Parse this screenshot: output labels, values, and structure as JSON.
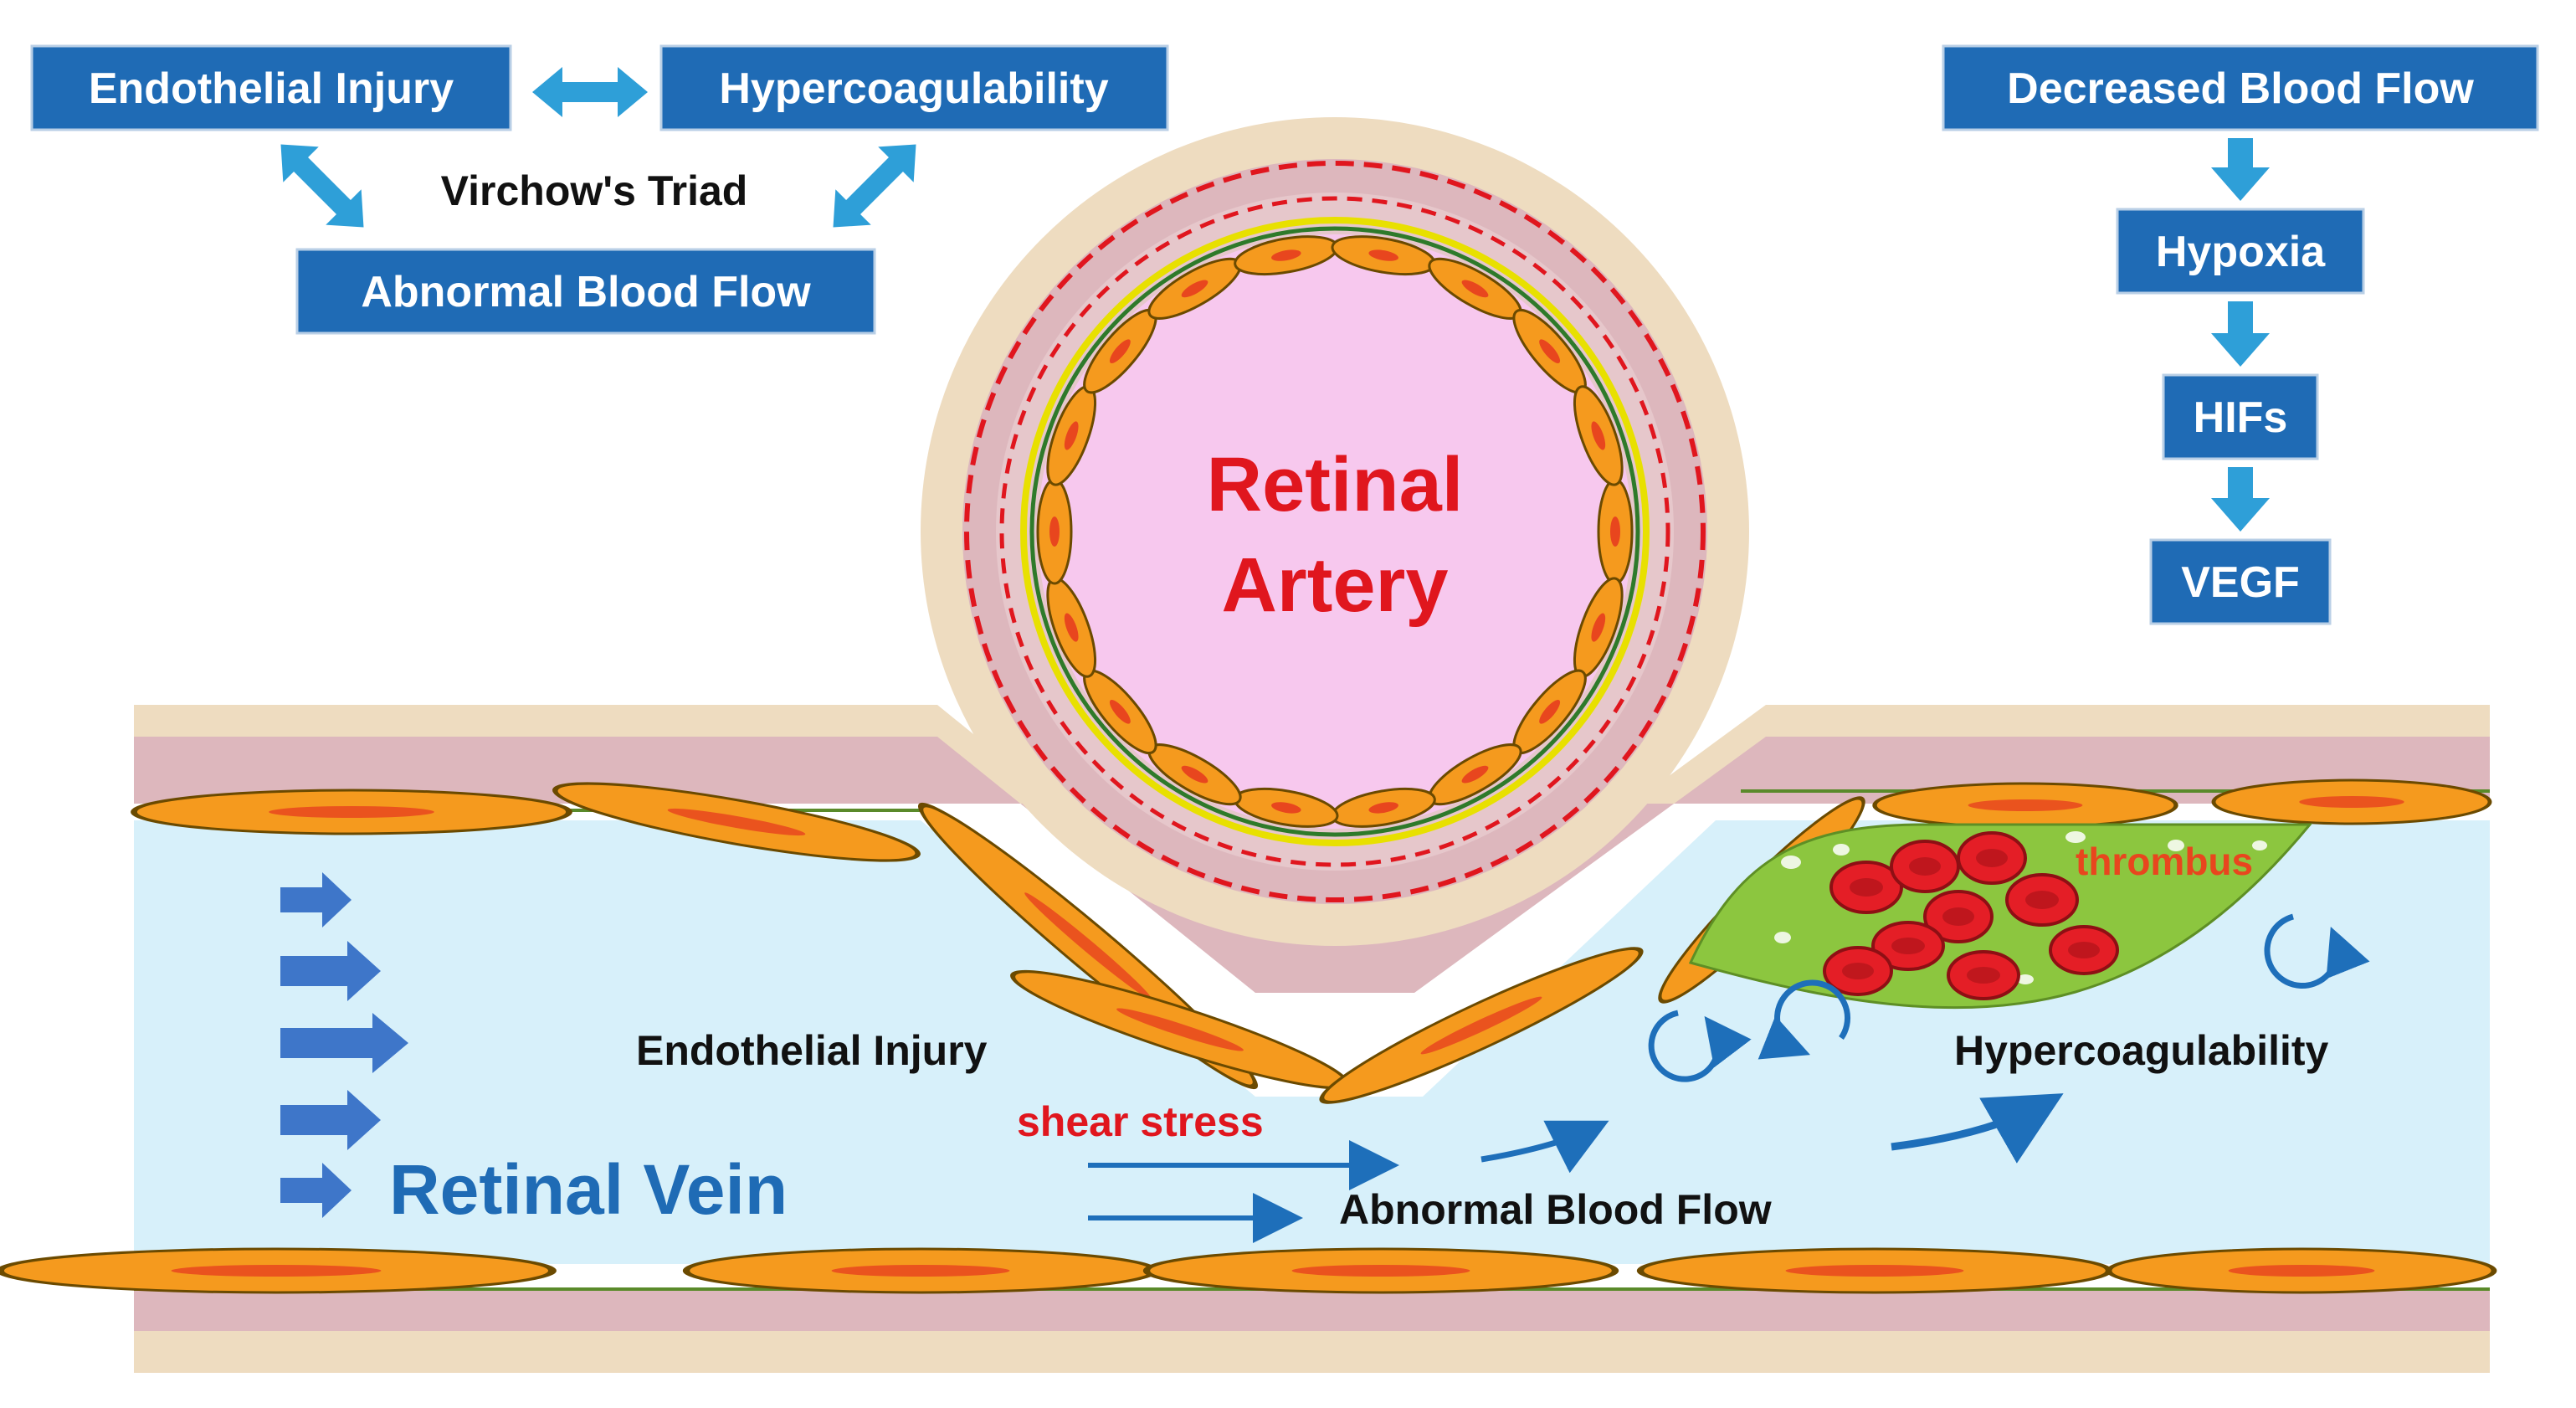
{
  "triad": {
    "endothelial_injury": "Endothelial Injury",
    "hypercoagulability": "Hypercoagulability",
    "title": "Virchow's Triad",
    "abnormal_blood_flow": "Abnormal Blood Flow"
  },
  "cascade": {
    "decreased_blood_flow": "Decreased Blood Flow",
    "hypoxia": "Hypoxia",
    "hifs": "HIFs",
    "vegf": "VEGF"
  },
  "artery": {
    "line1": "Retinal",
    "line2": "Artery"
  },
  "vein": {
    "label": "Retinal Vein",
    "endothelial_injury": "Endothelial Injury",
    "shear_stress": "shear stress",
    "abnormal_blood_flow": "Abnormal Blood Flow",
    "hypercoagulability": "Hypercoagulability",
    "thrombus": "thrombus"
  },
  "colors": {
    "box_blue": "#1F6BB5",
    "arrow_light_blue": "#2E9FD8",
    "artery_text_red": "#E0161E",
    "lumen_pink": "#F7C8EE",
    "vein_lumen": "#D7F0FA",
    "endothelial_orange": "#F59A1E",
    "thrombus_green": "#8CC63F",
    "rbc_red": "#E41E26"
  }
}
